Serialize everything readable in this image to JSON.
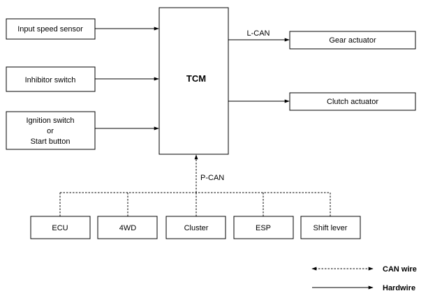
{
  "inputs": {
    "input_speed_sensor": "Input speed sensor",
    "inhibitor_switch": "Inhibitor switch",
    "ignition_line1": "Ignition switch",
    "ignition_line2": "or",
    "ignition_line3": "Start button"
  },
  "tcm": {
    "label": "TCM"
  },
  "outputs": {
    "gear_actuator": "Gear actuator",
    "clutch_actuator": "Clutch actuator",
    "lcan_label": "L-CAN"
  },
  "pcan": {
    "label": "P-CAN",
    "nodes": [
      "ECU",
      "4WD",
      "Cluster",
      "ESP",
      "Shift lever"
    ]
  },
  "legend": {
    "can_wire": "CAN wire",
    "hardwire": "Hardwire"
  },
  "colors": {
    "line": "#000000",
    "background": "#ffffff"
  }
}
